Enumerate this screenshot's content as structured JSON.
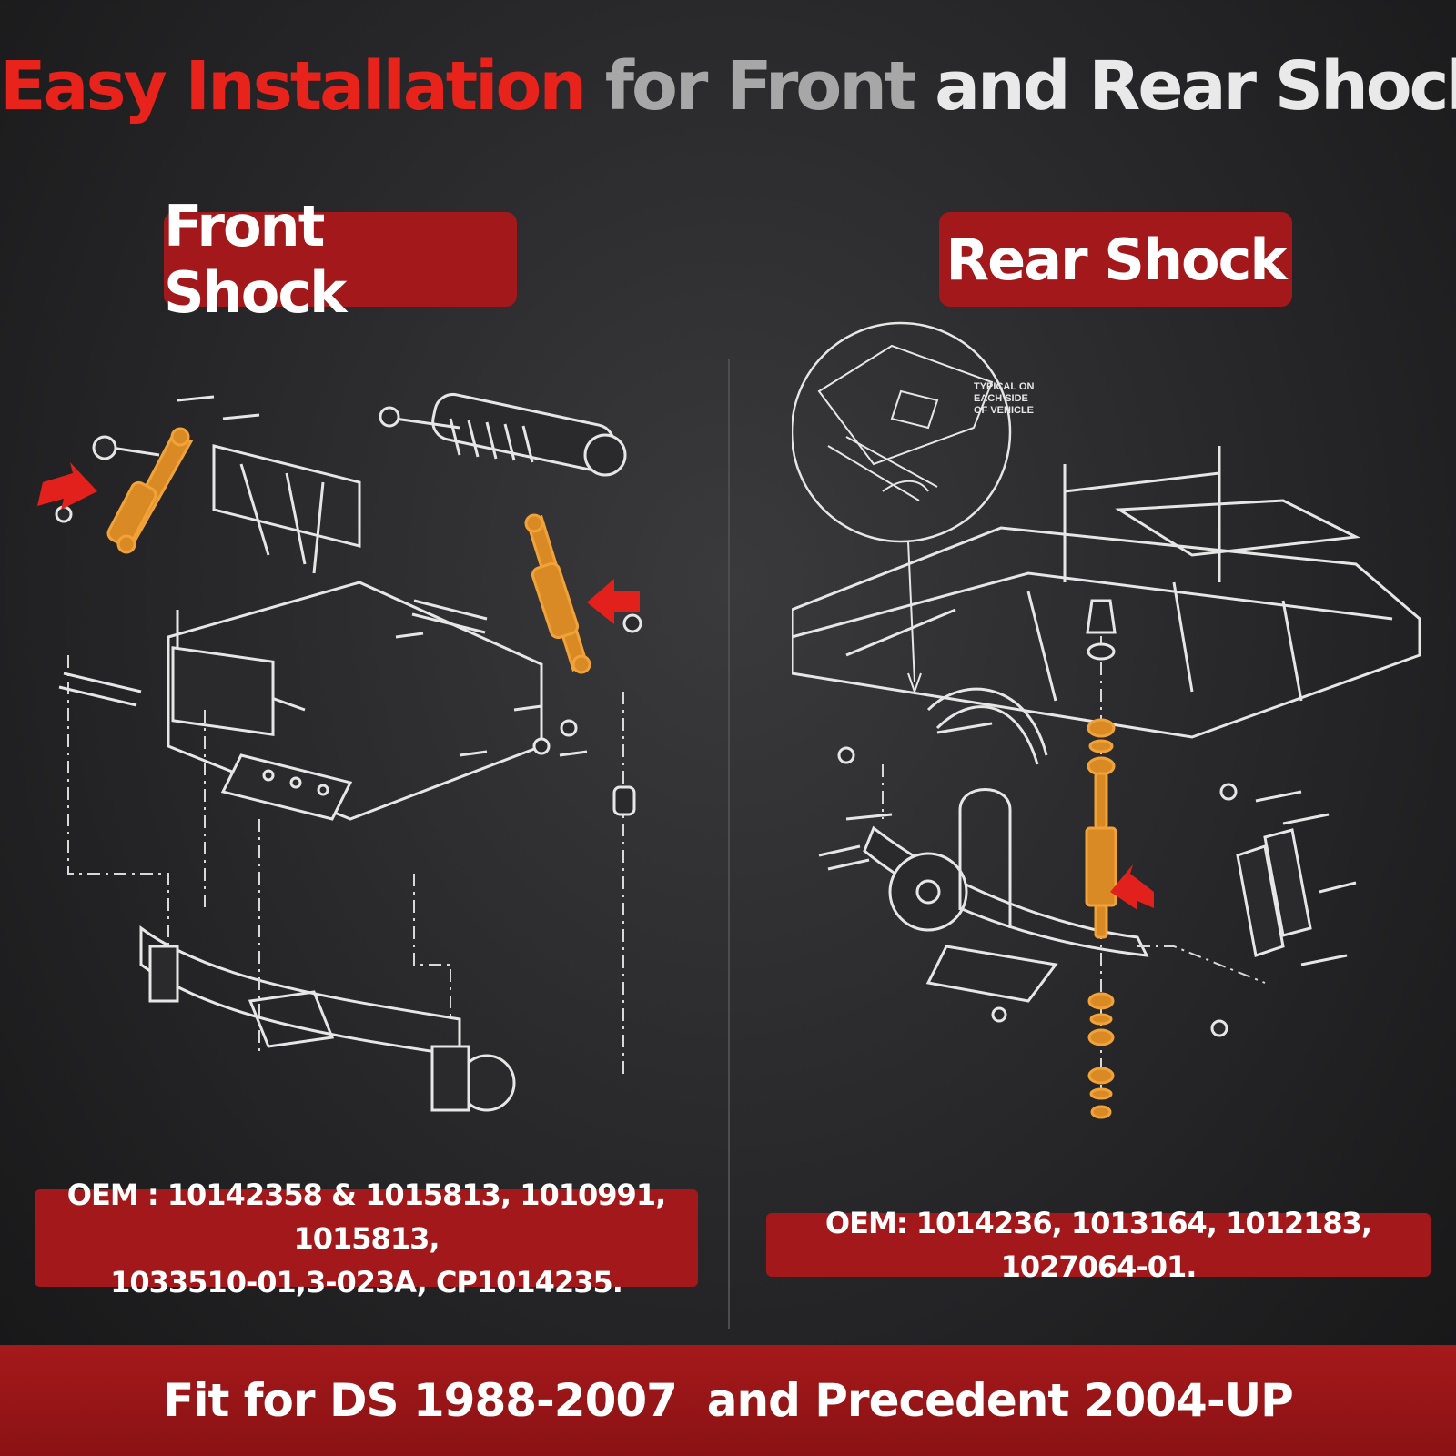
{
  "header": {
    "title_part1": "Easy Installation",
    "title_part2": "for Front",
    "title_part3": "and Rear Shocks"
  },
  "front": {
    "label": "Front Shock",
    "oem_line1": "OEM : 10142358 & 1015813, 1010991, 1015813,",
    "oem_line2": "1033510-01,3-023A, CP1014235."
  },
  "rear": {
    "label": "Rear Shock",
    "callout": [
      "TYPICAL ON",
      "EACH SIDE",
      "OF VEHICLE"
    ],
    "oem": "OEM: 1014236, 1013164, 1012183, 1027064-01."
  },
  "footer": {
    "fit_text": "Fit for DS 1988-2007  and Precedent 2004-UP"
  },
  "colors": {
    "accent_red": "#a3181a",
    "title_red": "#e8231c",
    "shock_orange": "#d98a24"
  }
}
